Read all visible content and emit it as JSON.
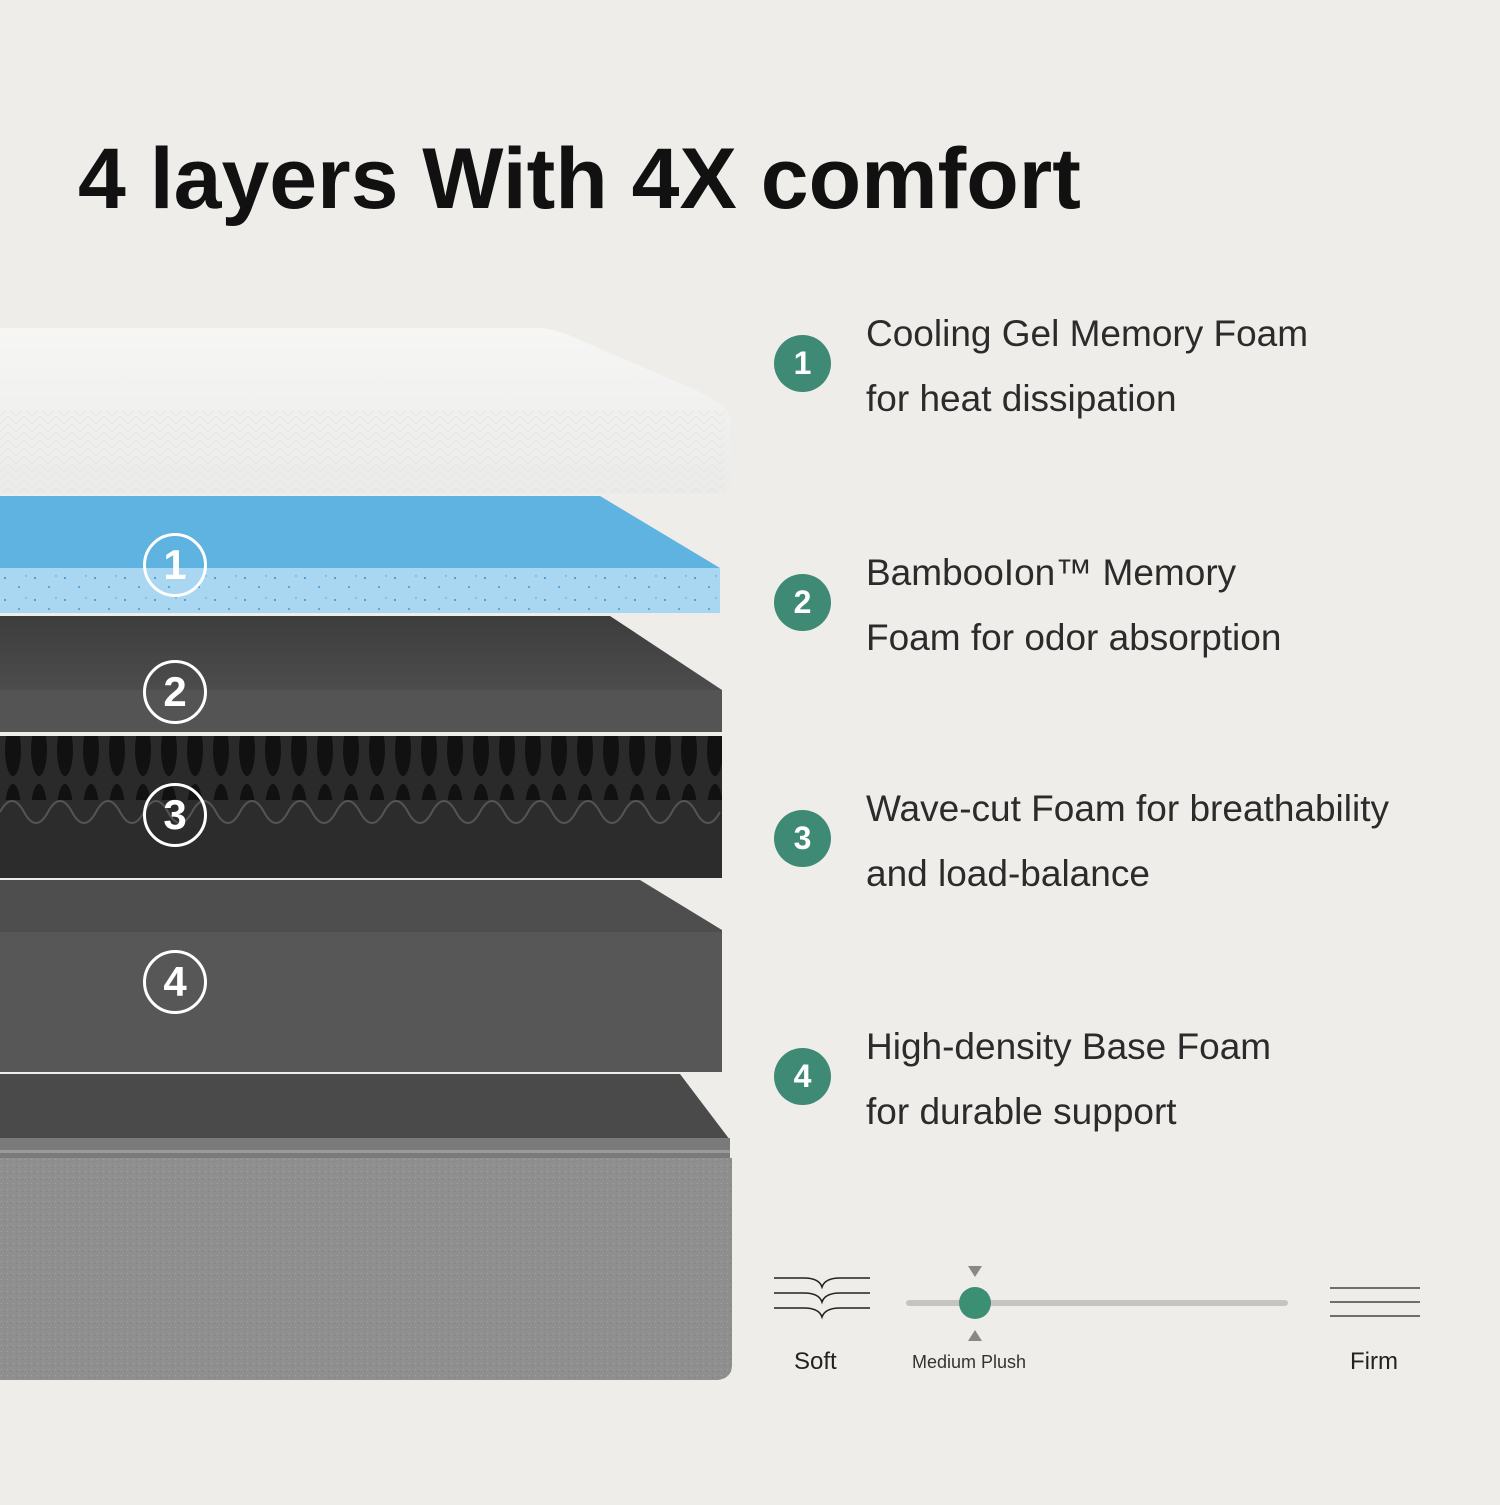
{
  "header": {
    "title": "4 layers With 4X comfort"
  },
  "illustration": {
    "layer_badges": [
      "1",
      "2",
      "3",
      "4"
    ]
  },
  "features": [
    {
      "number": "1",
      "line1": "Cooling Gel Memory Foam",
      "line2": "for heat dissipation"
    },
    {
      "number": "2",
      "line1": "BambooIon™ Memory",
      "line2": "Foam for odor absorption"
    },
    {
      "number": "3",
      "line1": "Wave-cut Foam for breathability",
      "line2": "and load-balance"
    },
    {
      "number": "4",
      "line1": "High-density Base Foam",
      "line2": "for durable support"
    }
  ],
  "firmness": {
    "soft_label": "Soft",
    "selected_label": "Medium Plush",
    "firm_label": "Firm",
    "soft_icon": "wavy-lines-icon",
    "firm_icon": "straight-lines-icon"
  },
  "colors": {
    "background": "#efedea",
    "accent_green": "#3f8a74",
    "gel_blue": "#5fb3e0",
    "foam_dark": "#4b4b4b",
    "cover_grey": "#8f8f8f"
  }
}
